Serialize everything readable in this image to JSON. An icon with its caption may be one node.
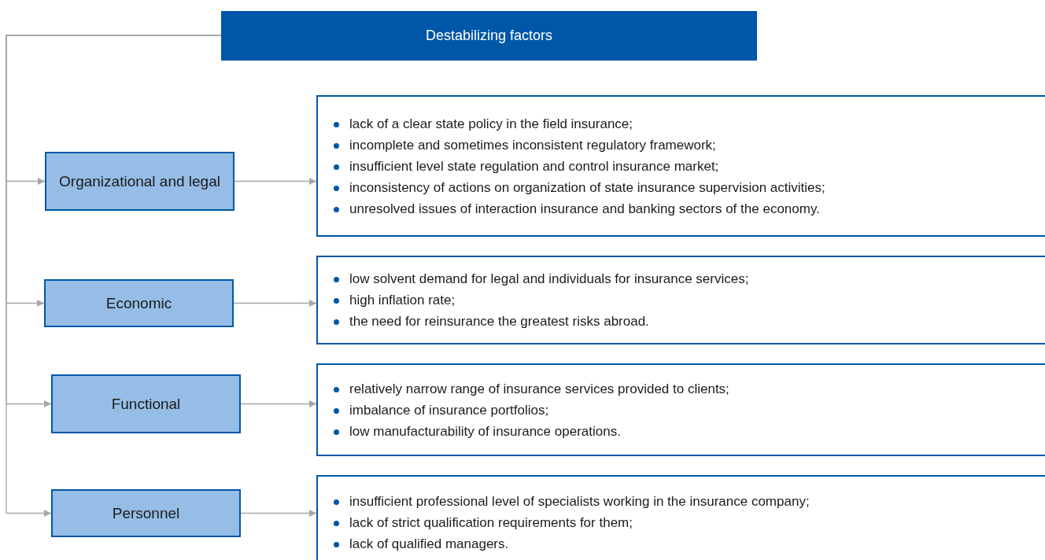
{
  "diagram": {
    "nodes": [
      {
        "text": [
          "Destabilizing factors"
        ]
      },
      {
        "text": [
          "Organizational and legal"
        ]
      },
      {
        "text": [
          "lack of a clear state policy in the field insurance;",
          "incomplete and sometimes inconsistent regulatory framework;",
          "insufficient level state regulation and control insurance market;",
          "inconsistency of actions on organization of state insurance supervision activities;",
          "unresolved issues of interaction insurance and banking sectors of the economy."
        ]
      },
      {
        "text": [
          "Economic"
        ]
      },
      {
        "text": [
          "low solvent demand for legal and individuals for insurance services;",
          "high inflation rate;",
          "the need for reinsurance the greatest risks abroad."
        ]
      },
      {
        "text": [
          "Functional"
        ]
      },
      {
        "text": [
          "relatively narrow range of insurance services provided to clients;",
          "imbalance of insurance portfolios;",
          "low manufacturability of insurance operations."
        ]
      },
      {
        "text": [
          "Personnel"
        ]
      },
      {
        "text": [
          "insufficient professional level of specialists working in the insurance company;",
          "lack of strict qualification requirements for them;",
          "lack of qualified managers."
        ]
      }
    ],
    "edges": [
      {
        "from": 0,
        "to": 1,
        "arrow": "to"
      },
      {
        "from": 0,
        "to": 3,
        "arrow": "to"
      },
      {
        "from": 0,
        "to": 5,
        "arrow": "to"
      },
      {
        "from": 0,
        "to": 7,
        "arrow": "to"
      },
      {
        "from": 1,
        "to": 2,
        "arrow": "to"
      },
      {
        "from": 3,
        "to": 4,
        "arrow": "to"
      },
      {
        "from": 5,
        "to": 6,
        "arrow": "to"
      },
      {
        "from": 7,
        "to": 8,
        "arrow": "to"
      }
    ]
  }
}
